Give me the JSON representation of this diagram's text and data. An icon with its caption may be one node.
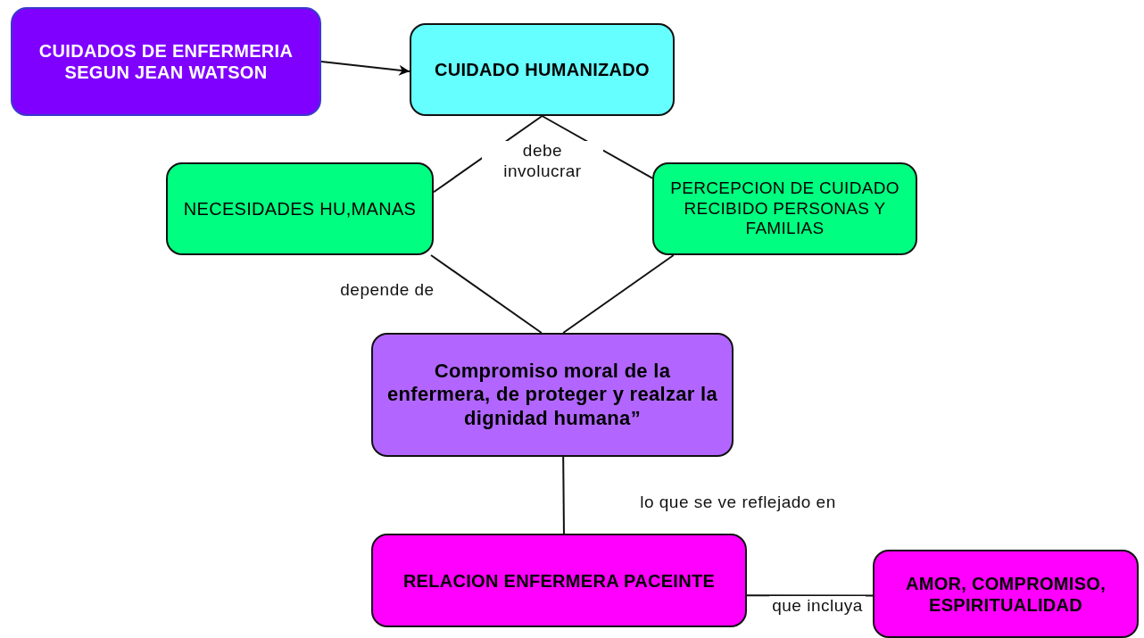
{
  "diagram": {
    "nodes": [
      {
        "text": [
          "CUIDADOS DE ENFERMERIA SEGUN JEAN WATSON"
        ]
      },
      {
        "text": [
          "CUIDADO HUMANIZADO"
        ]
      },
      {
        "text": [
          "NECESIDADES HU,MANAS"
        ]
      },
      {
        "text": [
          "PERCEPCION DE CUIDADO RECIBIDO PERSONAS Y FAMILIAS"
        ]
      },
      {
        "text": [
          "Compromiso moral de la enfermera, de proteger y realzar la dignidad humana”"
        ]
      },
      {
        "text": [
          "RELACION ENFERMERA PACEINTE"
        ]
      },
      {
        "text": [
          "AMOR, COMPROMISO, ESPIRITUALIDAD"
        ]
      }
    ],
    "edges": [
      {
        "from": 0,
        "to": 1,
        "arrow": "to"
      },
      {
        "from": 1,
        "to": 2,
        "arrow": "none",
        "label": "debe involucrar"
      },
      {
        "from": 1,
        "to": 3,
        "arrow": "none"
      },
      {
        "from": 2,
        "to": 4,
        "arrow": "none",
        "label": "depende de"
      },
      {
        "from": 3,
        "to": 4,
        "arrow": "none"
      },
      {
        "from": 4,
        "to": 5,
        "arrow": "none",
        "label": "lo que se ve reflejado en"
      },
      {
        "from": 5,
        "to": 6,
        "arrow": "none",
        "label": "que incluya"
      }
    ]
  }
}
